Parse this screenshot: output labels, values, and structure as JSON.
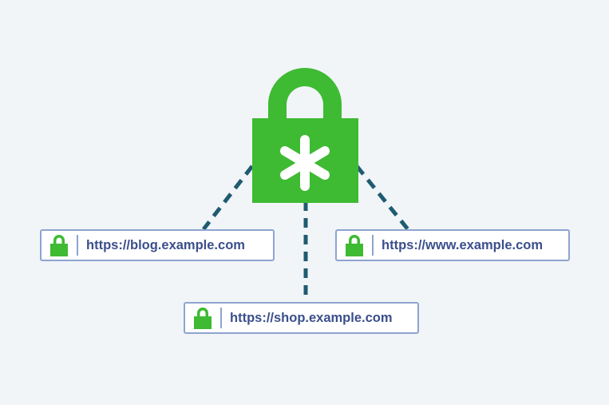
{
  "colors": {
    "background": "#f1f5f8",
    "lock_green": "#3fba33",
    "connector": "#1f5b70",
    "url_border": "#8ea4cf",
    "url_text": "#3b4f8c"
  },
  "central_icon": "wildcard-padlock-icon",
  "domains": {
    "blog": "https://blog.example.com",
    "www": "https://www.example.com",
    "shop": "https://shop.example.com"
  }
}
